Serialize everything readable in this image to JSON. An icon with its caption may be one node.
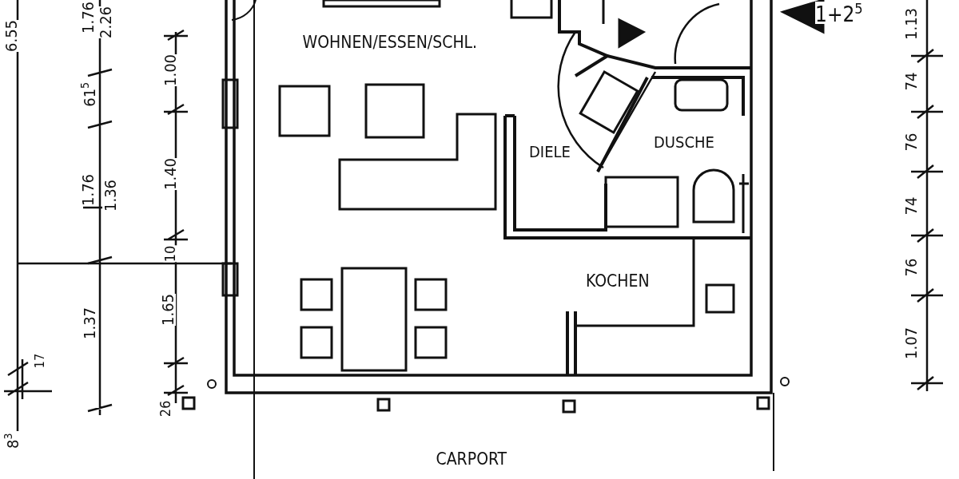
{
  "diagram": {
    "labels": [
      "1.76",
      "2.26",
      "6.55",
      "1+2$^{5}$",
      "1.13",
      "WOHNEN/ESSEN/SCHL.",
      "1.00",
      "61$^{5}$",
      "74",
      "76",
      "DIELE",
      "DUSCHE",
      "1.40",
      "1.76",
      "1.36",
      "74",
      "10",
      "76",
      "KOCHEN",
      "1.65",
      "1.37",
      "1.07",
      "17",
      "26",
      "8$^{3}$",
      "CARPORT"
    ]
  }
}
